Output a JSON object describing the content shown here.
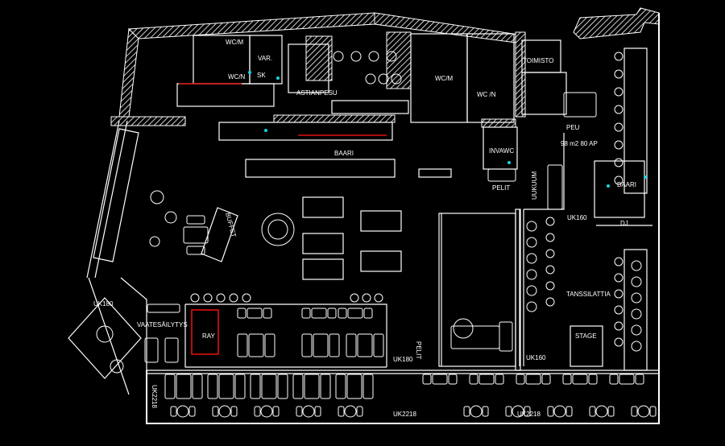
{
  "plan": {
    "labels": {
      "wc_m_1": "WC/M",
      "var": "VAR.",
      "wc_n_1": "WC/N",
      "sk": "SK",
      "astianpesu": "ASTIANPESU",
      "baari_1": "BAARI",
      "wc_m_2": "WC/M",
      "wc_n_2": "WC /N",
      "toimisto": "TOIMISTO",
      "peu": "PEU",
      "area": "98 m2 80 AP",
      "invawc": "INVAWC",
      "pelit_1": "PELIT",
      "uukuum": "UUKUUM",
      "baari_2": "BAARI",
      "uk160_1": "UK160",
      "dj": "DJ",
      "buffet": "BUFFET",
      "tanssilattia": "TANSSILATTIA",
      "uk180_1": "UK180",
      "vaatesailytys": "VAATESÄILYTYS",
      "ray": "RAY",
      "pelit_2": "PELIT",
      "uk180_2": "UK180",
      "uk160_2": "UK160",
      "stage": "STAGE",
      "uk2218_1": "UK2218",
      "uk2218_2": "UK2218",
      "uk2218_3": "UK2218"
    },
    "colors": {
      "background": "#000000",
      "lines": "#ffffff",
      "highlight": "#e01010",
      "fixtures": "#19d3e0"
    }
  }
}
